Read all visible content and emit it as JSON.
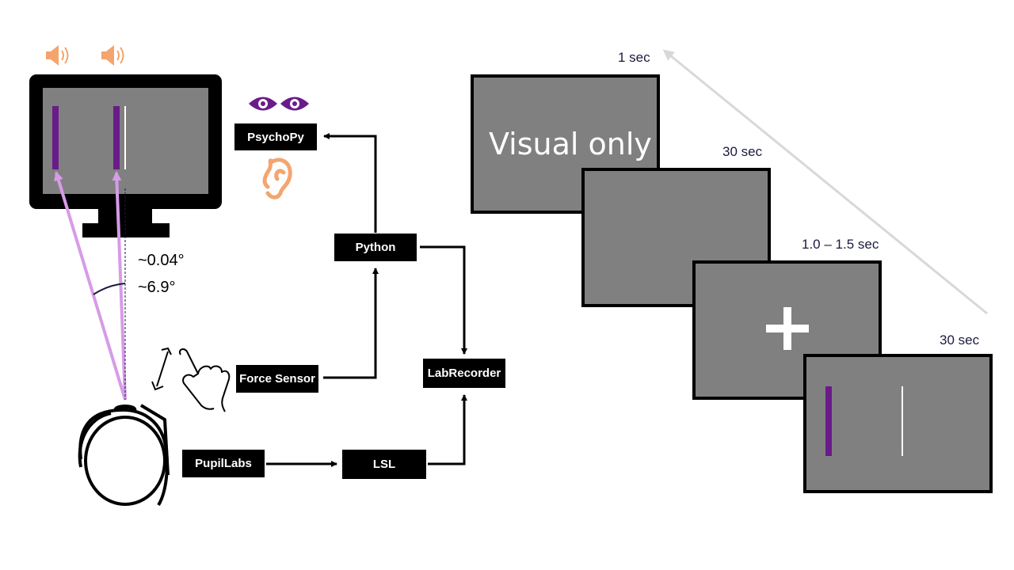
{
  "pipeline": {
    "psychopy": "PsychoPy",
    "python": "Python",
    "force_sensor": "Force Sensor",
    "labrecorder": "LabRecorder",
    "pupillabs": "PupilLabs",
    "lsl": "LSL"
  },
  "angles": {
    "small": "~0.04°",
    "large": "~6.9°"
  },
  "timeline": {
    "screens": [
      {
        "duration": "1 sec",
        "text": "Visual only"
      },
      {
        "duration": "30 sec",
        "text": ""
      },
      {
        "duration": "1.0 – 1.5 sec",
        "text": ""
      },
      {
        "duration": "30 sec",
        "text": ""
      }
    ]
  },
  "icons": [
    "speaker-icon",
    "speaker-icon",
    "eye-icon",
    "eye-icon",
    "ear-icon",
    "hand-icon",
    "head-icon"
  ],
  "colors": {
    "screen_gray": "#808080",
    "stimulus_purple": "#6a1b8a",
    "sight_line": "#d79be8",
    "speaker_orange": "#f4a56e",
    "time_arrow": "#d8d8d8"
  }
}
